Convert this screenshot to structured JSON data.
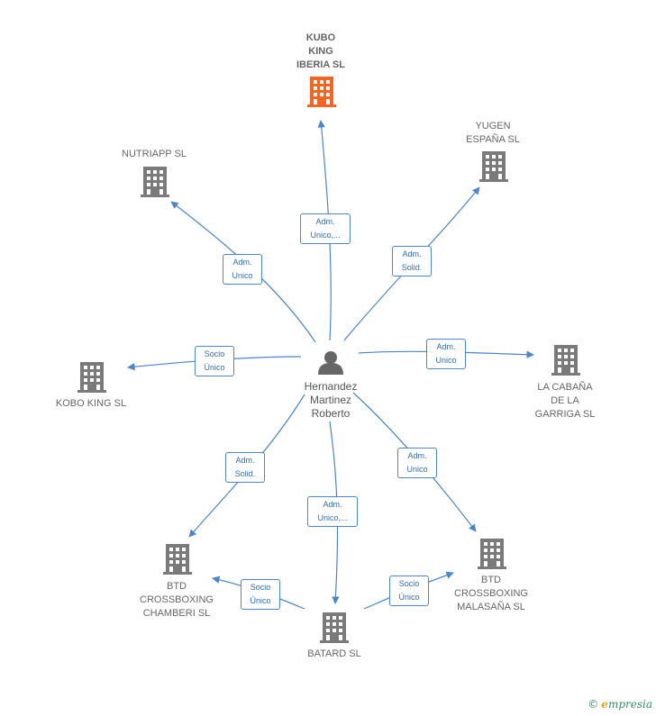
{
  "center": {
    "name": "Hernandez\nMartinez\nRoberto"
  },
  "nodes": {
    "kubo_king_iberia": "KUBO\nKING\nIBERIA  SL",
    "yugen_espana": "YUGEN\nESPAÑA  SL",
    "nutriapp": "NUTRIAPP  SL",
    "la_cabana": "LA CABAÑA\nDE LA\nGARRIGA SL",
    "kobo_king": "KOBO KING SL",
    "btd_chamberi": "BTD\nCROSSBOXING\nCHAMBERI  SL",
    "btd_malasana": "BTD\nCROSSBOXING\nMALASAÑA  SL",
    "batard": "BATARD  SL"
  },
  "relations": {
    "kubo_king_iberia": "Adm.\nUnico,...",
    "yugen_espana": "Adm.\nSolid.",
    "nutriapp": "Adm.\nUnico",
    "la_cabana": "Adm.\nUnico",
    "kobo_king": "Socio\nÚnico",
    "btd_chamberi": "Adm.\nSolid.",
    "btd_malasana": "Adm.\nUnico",
    "batard": "Adm.\nUnico,...",
    "batard_to_chamberi": "Socio\nÚnico",
    "batard_to_malasana": "Socio\nÚnico"
  },
  "colors": {
    "highlight": "#f26522",
    "building": "#7a7a7a",
    "edge": "#4a86c8",
    "person": "#666666"
  },
  "footer": {
    "copyright": "©",
    "brand_initial": "e",
    "brand_rest": "mpresia"
  }
}
